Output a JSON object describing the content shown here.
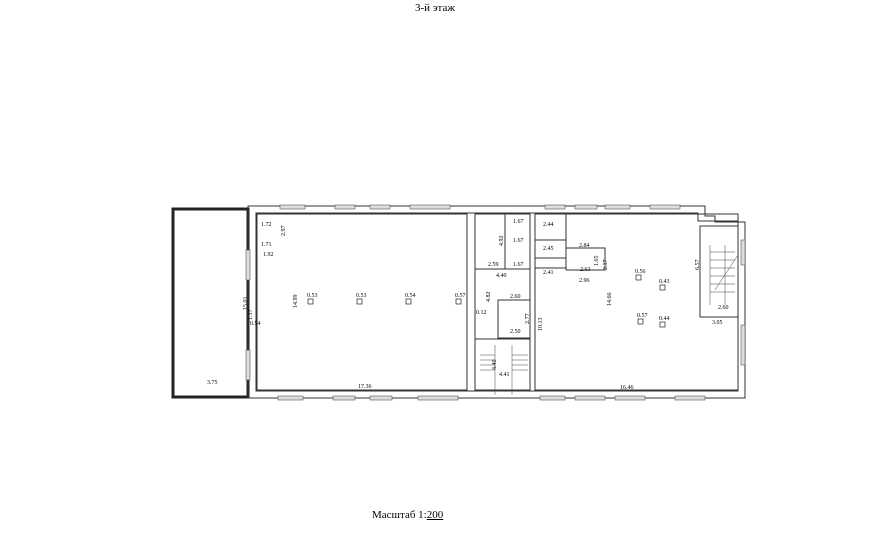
{
  "title": "3-й этаж",
  "scale": {
    "label": "Масштаб 1:",
    "value": "200"
  },
  "dimensions": {
    "balcony_width": "3.75",
    "hall_width": "17.36",
    "hall_length_inner": "14.99",
    "hall_length_outer": "15.01",
    "hall_a": "1.72",
    "hall_b": "1.71",
    "hall_c": "1.92",
    "hall_d": "2.97",
    "hall_e": "1.17",
    "hall_f": "0.54",
    "col1": "0.53",
    "col2": "0.53",
    "col3": "0.54",
    "col4": "0.57",
    "mid_a": "1.67",
    "mid_b": "1.67",
    "mid_c": "1.67",
    "mid_d": "4.92",
    "mid_e": "2.59",
    "mid_f": "4.40",
    "mid_g": "4.82",
    "mid_h": "2.60",
    "mid_i": "0.12",
    "mid_j": "2.77",
    "mid_k": "2.50",
    "stair_a": "4.40",
    "stair_b": "4.41",
    "r_a": "2.44",
    "r_b": "2.45",
    "r_c": "2.84",
    "r_d": "2.17",
    "r_e": "2.63",
    "r_f": "1.65",
    "r_g": "2.96",
    "r_h": "2.41",
    "r_len": "14.66",
    "r_side": "10.13",
    "r_width": "16.46",
    "r_col1": "0.56",
    "r_col2": "0.43",
    "r_col3": "0.57",
    "r_col4": "0.44",
    "st_len": "6.57",
    "st_w": "2.60",
    "st_out": "3.05"
  }
}
